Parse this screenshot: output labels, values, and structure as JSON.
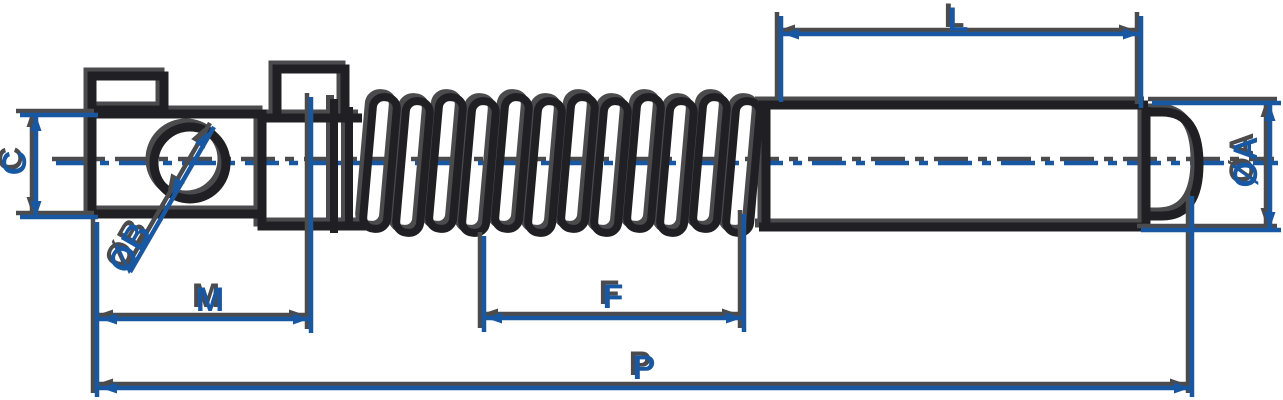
{
  "drawing": {
    "kind": "engineering dimension drawing",
    "view": "side view of clevis-end spring and tube assembly with dash-dot centerline"
  },
  "labels": {
    "C": "C",
    "phiB": "ØB",
    "M": "M",
    "F": "F",
    "P": "P",
    "L": "L",
    "phiA": "ØA"
  },
  "colors": {
    "dimension_blue": "#1858a3",
    "part_dark": "#202024",
    "shadow_gray": "#4b4b4e",
    "background": "#ffffff"
  }
}
